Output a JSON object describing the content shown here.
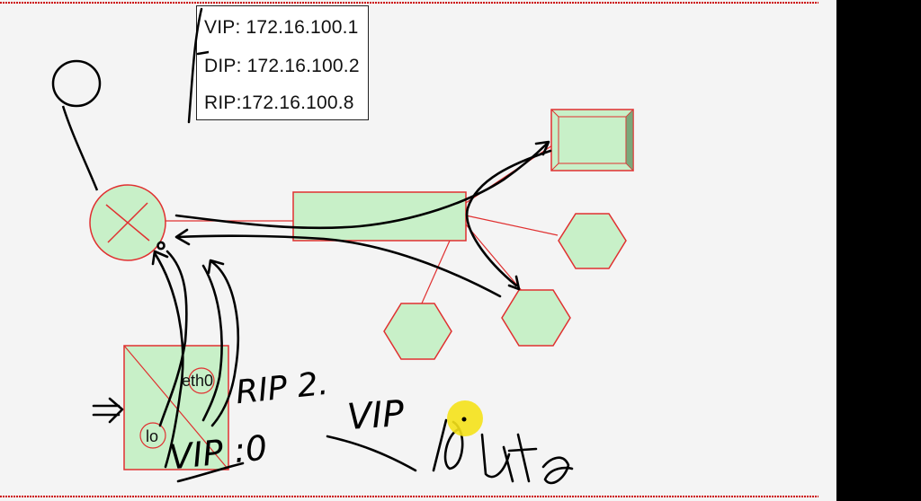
{
  "info_box": {
    "vip": "VIP: 172.16.100.1",
    "dip": "DIP: 172.16.100.2",
    "rip": "RIP:172.16.100.8"
  },
  "server": {
    "eth_label": "eth0",
    "lo_label": "lo"
  },
  "annotations": {
    "rip2": "RIP 2.",
    "vip": "VIP",
    "route": "route",
    "vip_lo0": "VIP :0"
  },
  "colors": {
    "node_fill": "#c8f0c8",
    "node_stroke": "#e03030",
    "ink": "#000000",
    "border_line": "#cc0000",
    "cursor_highlight": "#f5e21a"
  }
}
